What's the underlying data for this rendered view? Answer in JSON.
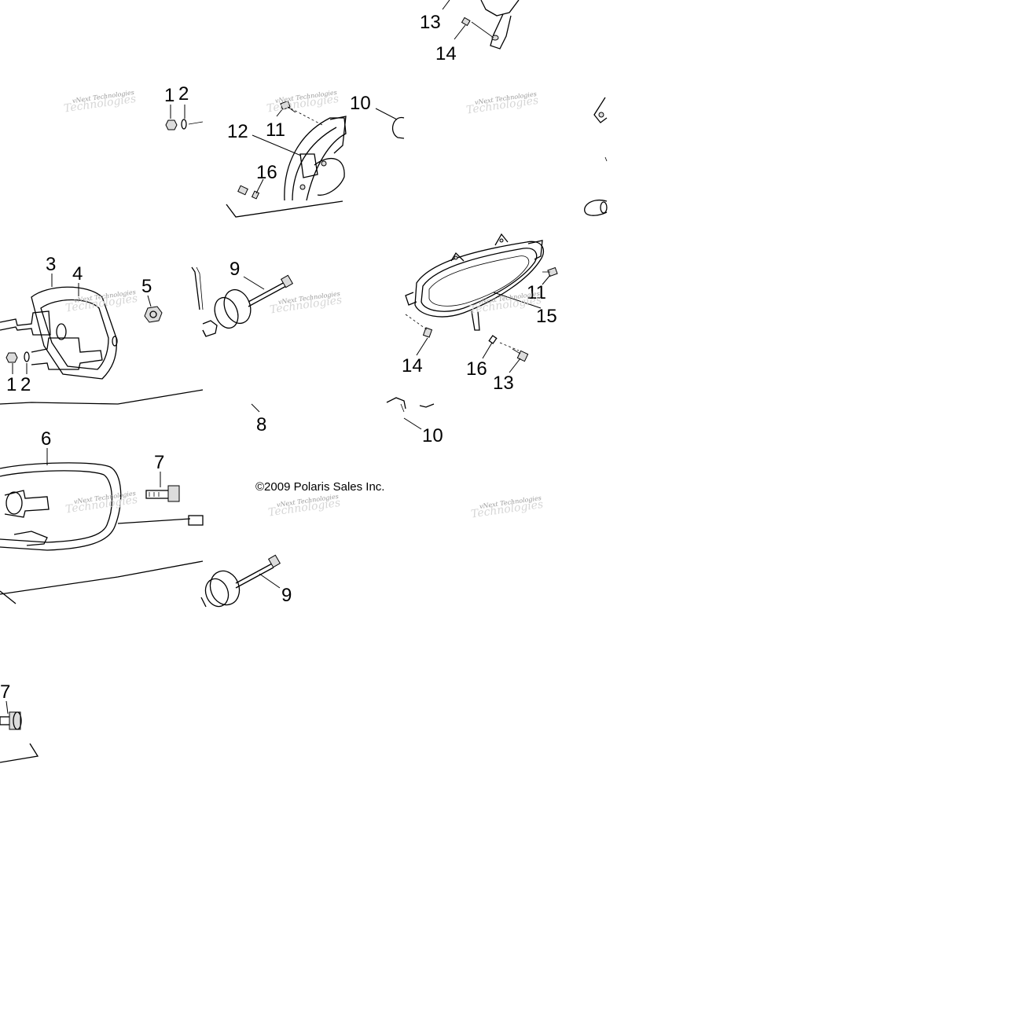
{
  "copyright": "©2009 Polaris Sales Inc.",
  "watermark": {
    "line1": "vNext Technologies",
    "line2": "Technologies"
  },
  "callouts": {
    "c13_top": "13",
    "c14_top": "14",
    "c1_upper": "1",
    "c2_upper": "2",
    "c11_upper": "11",
    "c12_upper": "12",
    "c10_upper": "10",
    "c16_upper": "16",
    "c3": "3",
    "c4": "4",
    "c5": "5",
    "c9_upper": "9",
    "c1_mid": "1",
    "c2_mid": "2",
    "c11_right": "11",
    "c15": "15",
    "c14_right": "14",
    "c16_right": "16",
    "c13_right": "13",
    "c8": "8",
    "c10_lower": "10",
    "c6": "6",
    "c7_mid": "7",
    "c9_lower": "9",
    "c7_low": "7"
  }
}
